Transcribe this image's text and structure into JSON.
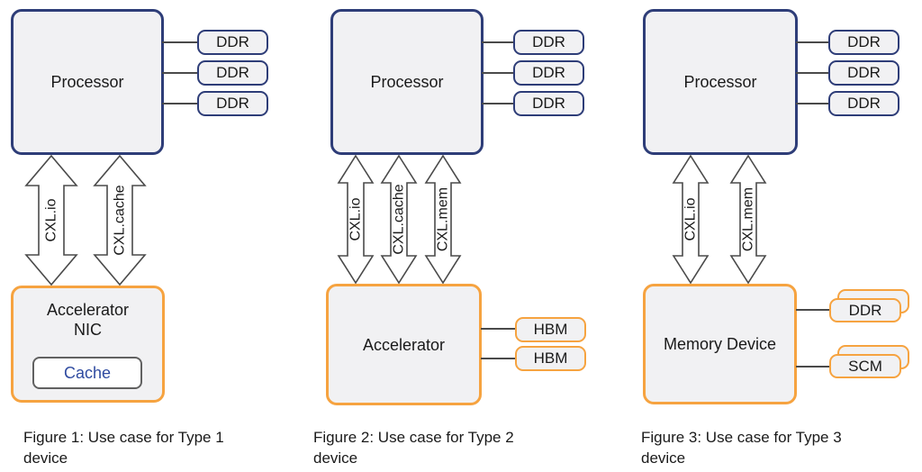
{
  "colors": {
    "navy": "#2e3d78",
    "orange": "#f6a340",
    "box_fill": "#f1f1f3",
    "line": "#4a4a4a",
    "text": "#1a1a1a",
    "cache_text": "#2f4ba0"
  },
  "figures": [
    {
      "processor": "Processor",
      "memories": [
        "DDR",
        "DDR",
        "DDR"
      ],
      "links": [
        "CXL.io",
        "CXL.cache"
      ],
      "device": "Accelerator\nNIC",
      "device_inner": "Cache",
      "caption": "Figure 1: Use case for Type 1\ndevice"
    },
    {
      "processor": "Processor",
      "memories": [
        "DDR",
        "DDR",
        "DDR"
      ],
      "links": [
        "CXL.io",
        "CXL.cache",
        "CXL.mem"
      ],
      "device": "Accelerator",
      "side_memories": [
        "HBM",
        "HBM"
      ],
      "caption": "Figure 2: Use case for Type 2\ndevice"
    },
    {
      "processor": "Processor",
      "memories": [
        "DDR",
        "DDR",
        "DDR"
      ],
      "links": [
        "CXL.io",
        "CXL.mem"
      ],
      "device": "Memory Device",
      "side_memories": [
        "DDR",
        "SCM"
      ],
      "caption": "Figure 3: Use case for Type 3\ndevice"
    }
  ]
}
